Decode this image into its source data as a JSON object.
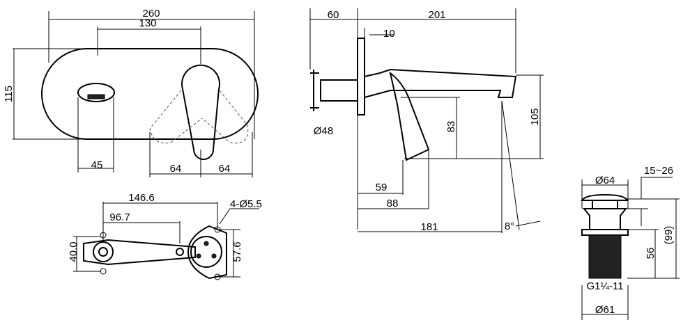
{
  "front_view": {
    "width_total": "260",
    "spacing": "130",
    "height": "115",
    "knob_width": "45",
    "lever_left": "64",
    "lever_right": "64"
  },
  "mounting_plate": {
    "length": "146.6",
    "hole_spacing": "96.7",
    "holes": "4-Ø5.5",
    "height_left": "40.0",
    "height_right": "57.6"
  },
  "side_view": {
    "wall_depth": "60",
    "spout_length": "201",
    "plate_thickness": "10",
    "knob_diameter": "Ø48",
    "outlet_height": "83",
    "top_height": "105",
    "lever_reach": "59",
    "lever_reach2": "88",
    "spout_projection": "181",
    "angle": "8°"
  },
  "waste": {
    "head_diameter": "Ø64",
    "stroke": "15~26",
    "total_height": "(99)",
    "thread_length": "56",
    "thread": "G1¼-11",
    "body_diameter": "Ø61"
  }
}
